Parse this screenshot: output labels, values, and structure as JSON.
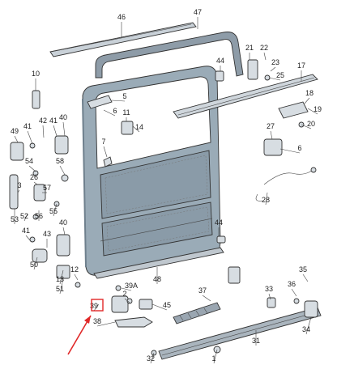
{
  "diagram": {
    "labels": [
      "46",
      "47",
      "10",
      "44",
      "21",
      "22",
      "23",
      "25",
      "17",
      "5",
      "6",
      "11",
      "14",
      "18",
      "19",
      "20",
      "49",
      "41",
      "42",
      "41",
      "40",
      "27",
      "6",
      "7",
      "54",
      "58",
      "26",
      "3",
      "57",
      "55",
      "56",
      "52",
      "28",
      "53",
      "44",
      "40",
      "41",
      "43",
      "50",
      "51",
      "48",
      "13",
      "12",
      "39A",
      "37",
      "2",
      "45",
      "33",
      "36",
      "35",
      "39",
      "38",
      "34",
      "31",
      "32",
      "1"
    ],
    "colors": {
      "door": "#9aabb7",
      "door_dark": "#7e909d",
      "part": "#d7dde2",
      "seal": "#9aa6b1",
      "callout": "#e02828"
    },
    "arrow_icon": "red-pointer-arrow"
  }
}
